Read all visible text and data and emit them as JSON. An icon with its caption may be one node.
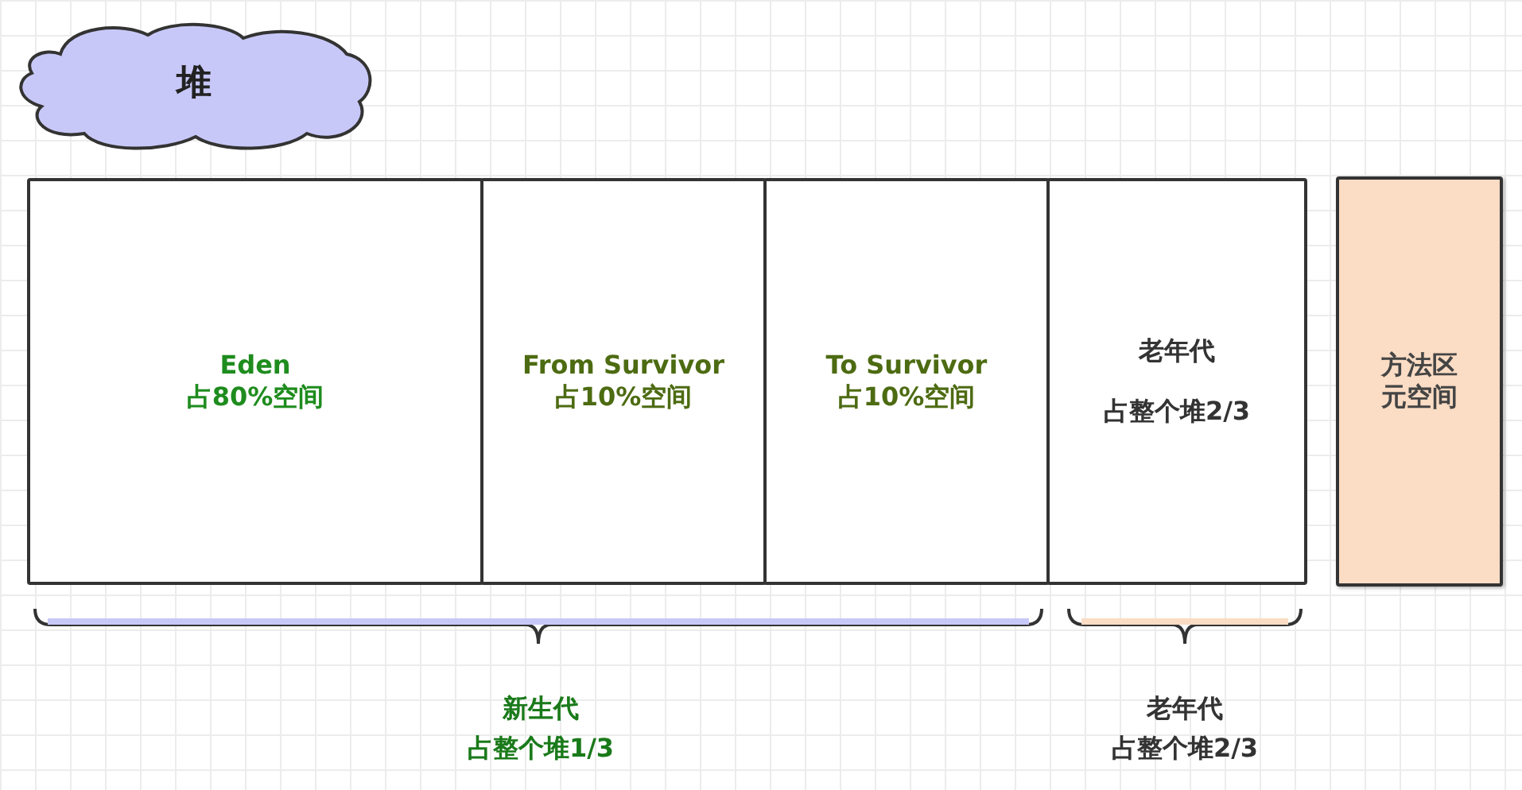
{
  "diagram": {
    "nodes": [
      {
        "text": [
          "堆"
        ]
      },
      {
        "text": [
          "Eden",
          "占80%空间"
        ]
      },
      {
        "text": [
          "From Survivor",
          "占10%空间"
        ]
      },
      {
        "text": [
          "To Survivor",
          "占10%空间"
        ]
      },
      {
        "text": [
          "老年代",
          "占整个堆2/3"
        ]
      },
      {
        "text": [
          "方法区",
          "元空间"
        ]
      }
    ],
    "labels": [
      "新生代",
      "占整个堆1/3",
      "老年代",
      "占整个堆2/3"
    ]
  }
}
